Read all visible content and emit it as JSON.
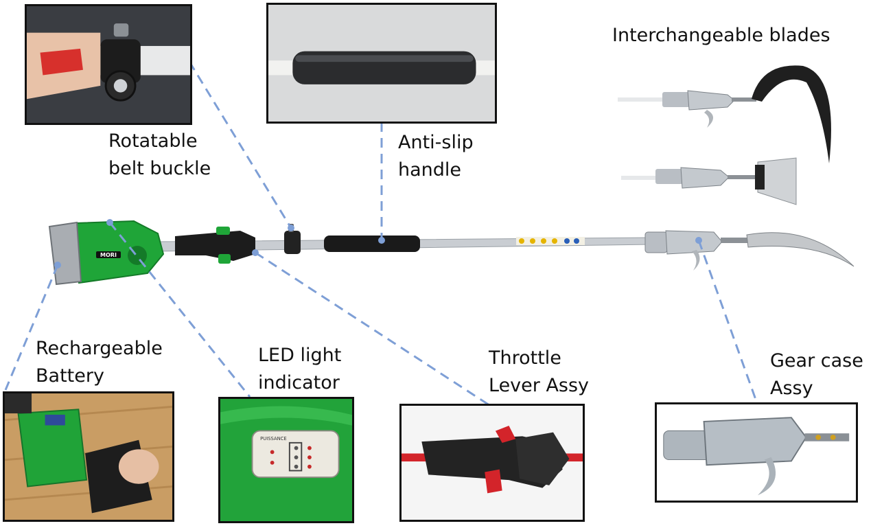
{
  "labels": {
    "belt_buckle": [
      "Rotatable",
      "belt buckle"
    ],
    "antislip_handle": [
      "Anti-slip",
      "handle"
    ],
    "blades": "Interchangeable blades",
    "battery": [
      "Rechargeable",
      "Battery"
    ],
    "led": [
      "LED light",
      "indicator"
    ],
    "throttle": [
      "Throttle",
      "Lever Assy"
    ],
    "gear_case": [
      "Gear case",
      "Assy"
    ]
  },
  "brand_mark": "MORI",
  "led_panel_text": "PUISSANCE",
  "colors": {
    "leader_line": "#7e9fd6",
    "tool_green": "#1fa538",
    "inset_border": "#111111",
    "throttle_red": "#d3242a"
  }
}
